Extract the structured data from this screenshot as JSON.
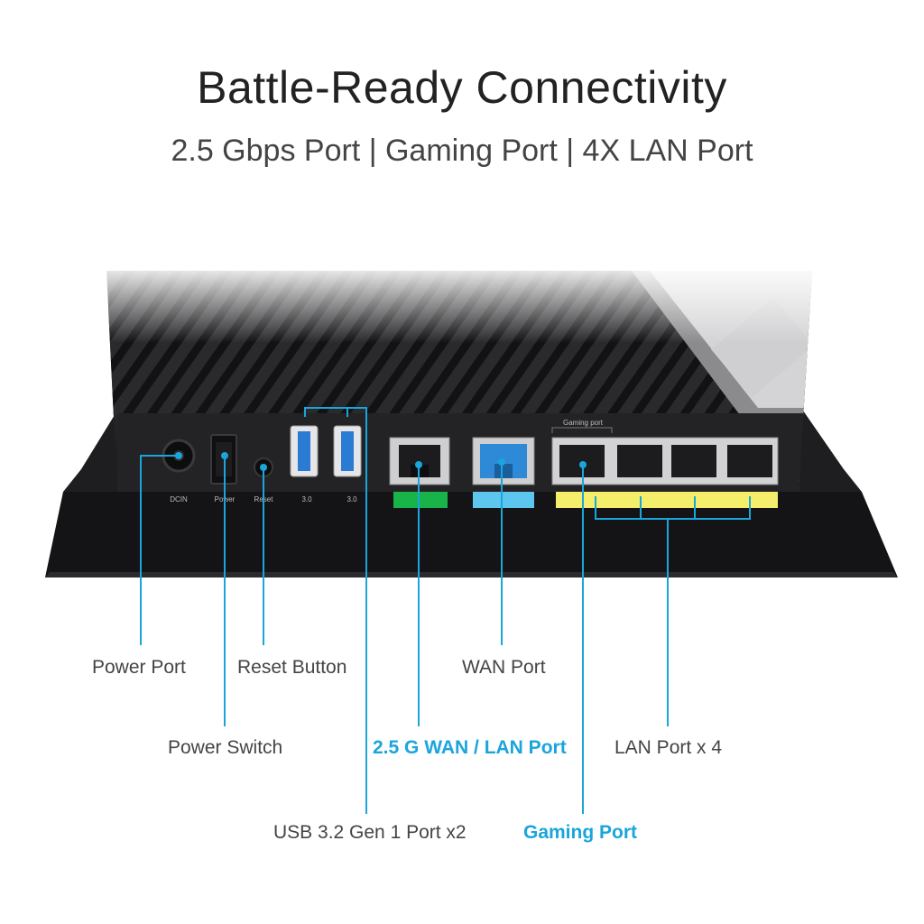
{
  "header": {
    "title": "Battle-Ready Connectivity",
    "subtitle": "2.5 Gbps Port | Gaming Port | 4X LAN Port"
  },
  "router": {
    "port_labels": {
      "dcin": "DCIN",
      "power": "Power",
      "reset": "Reset",
      "usb1": "3.0",
      "usb2": "3.0",
      "gaming_port": "Gaming port"
    },
    "colors": {
      "accent": "#1aa5dc",
      "port_2_5g": "#18b44a",
      "port_wan": "#5cc6ef",
      "port_lan": "#f5ee6a",
      "chassis": "#1b1b1d"
    }
  },
  "callouts": {
    "power_port": "Power Port",
    "power_switch": "Power Switch",
    "reset_button": "Reset Button",
    "usb": "USB 3.2 Gen 1 Port x2",
    "wan_lan_2_5g": "2.5 G WAN / LAN Port",
    "wan": "WAN Port",
    "gaming": "Gaming Port",
    "lan": "LAN Port x 4"
  }
}
